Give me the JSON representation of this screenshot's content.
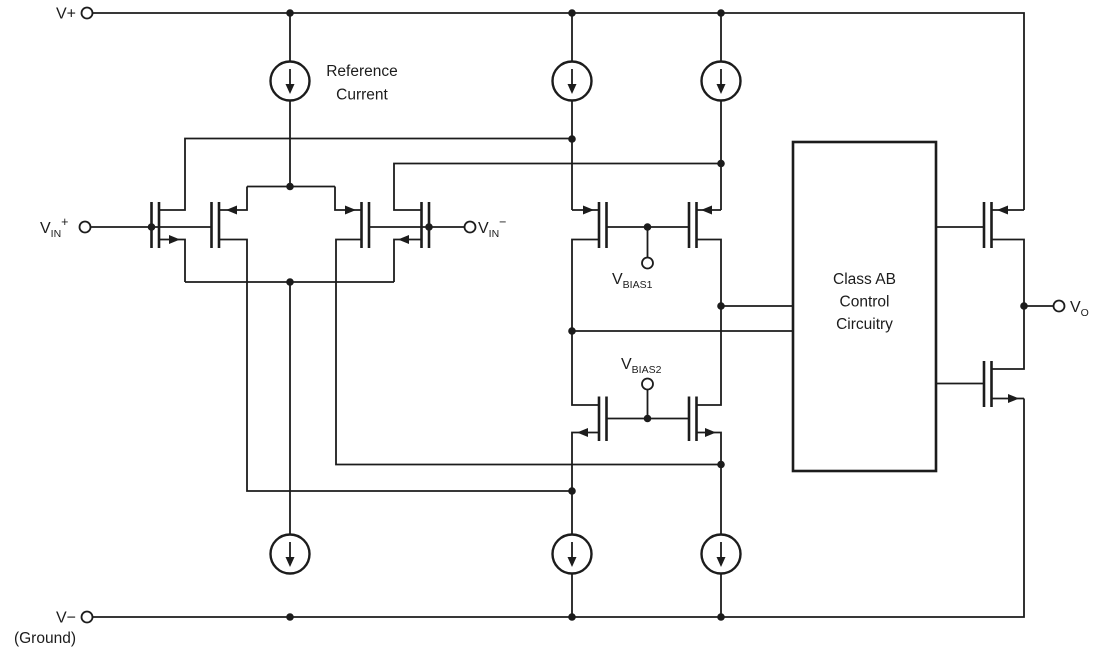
{
  "colors": {
    "line": "#1c1c1c",
    "background": "#ffffff"
  },
  "power": {
    "vplus": "V+",
    "vminus": "V−",
    "ground_note": "(Ground)"
  },
  "inputs": {
    "vin_plus": {
      "base": "V",
      "sub": "IN",
      "sup": "+"
    },
    "vin_minus": {
      "base": "V",
      "sub": "IN",
      "sup": "−"
    }
  },
  "bias": {
    "vbias1": {
      "base": "V",
      "sub": "BIAS1"
    },
    "vbias2": {
      "base": "V",
      "sub": "BIAS2"
    }
  },
  "output": {
    "vo": {
      "base": "V",
      "sub": "O"
    }
  },
  "reference_current": {
    "line1": "Reference",
    "line2": "Current"
  },
  "class_ab_block": {
    "line1": "Class AB",
    "line2": "Control",
    "line3": "Circuitry"
  }
}
